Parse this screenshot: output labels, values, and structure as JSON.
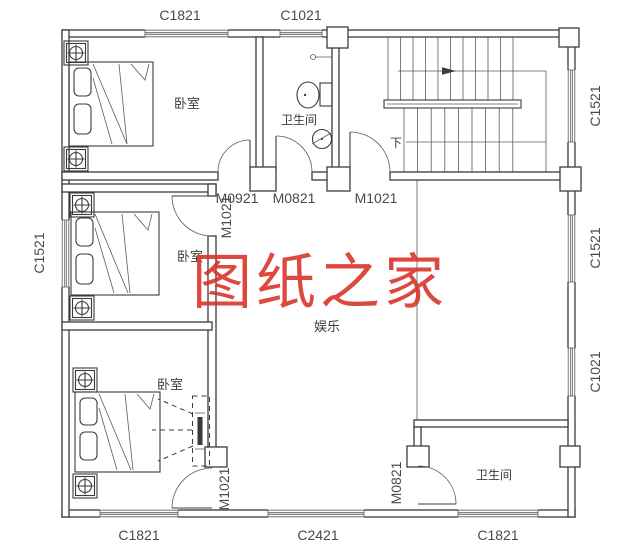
{
  "watermark": {
    "text": "图纸之家",
    "color": "#d93025"
  },
  "rooms": {
    "bedroom1": "卧室",
    "bedroom2": "卧室",
    "bedroom3": "卧室",
    "bathroom_top": "卫生间",
    "bathroom_bottom": "卫生间",
    "entertainment": "娱乐"
  },
  "stairs": {
    "direction_label": "下"
  },
  "windows": {
    "top_left": "C1821",
    "top_mid": "C1021",
    "left": "C1521",
    "right_top": "C1521",
    "right_mid": "C1521",
    "right_low": "C1021",
    "bottom_left": "C1821",
    "bottom_mid": "C2421",
    "bottom_right": "C1821"
  },
  "doors": {
    "bedroom1": "M0921",
    "bathroom_top": "M0821",
    "stair_hall": "M1021",
    "bedroom2": "M1021",
    "bedroom3": "M1021",
    "bathroom_bottom": "M0821"
  },
  "colors": {
    "wall_line": "#3b3b3b",
    "label_text": "#4a4a4a",
    "background": "#ffffff",
    "watermark_red": "#d93025"
  }
}
